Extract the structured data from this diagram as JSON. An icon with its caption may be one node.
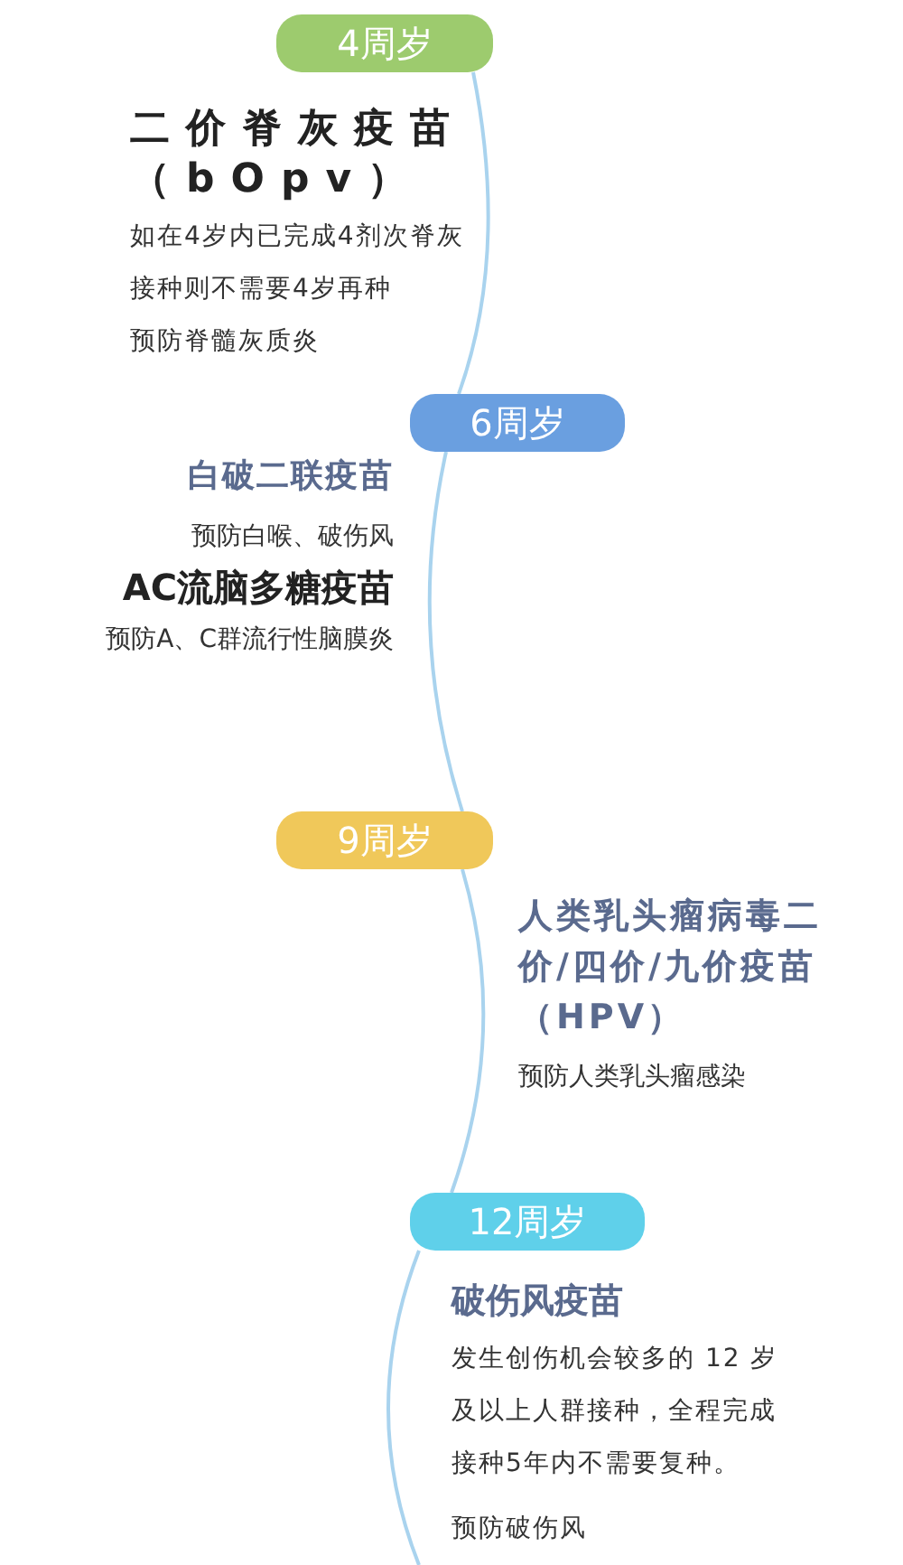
{
  "diagram": {
    "nodes": [
      {
        "text": [
          "4周岁"
        ]
      },
      {
        "text": [
          "6周岁"
        ]
      },
      {
        "text": [
          "9周岁"
        ]
      },
      {
        "text": [
          "12周岁"
        ]
      }
    ],
    "edges": [
      {
        "from": 0,
        "to": 1,
        "arrow": "none"
      },
      {
        "from": 1,
        "to": 2,
        "arrow": "none"
      },
      {
        "from": 2,
        "to": 3,
        "arrow": "none"
      },
      {
        "from": 3,
        "to": null,
        "arrow": "none"
      }
    ],
    "labels": [
      "二价脊灰疫苗（bOpv）",
      "如在4岁内已完成4剂次脊灰接种则不需要4岁再种",
      "预防脊髓灰质炎",
      "白破二联疫苗",
      "预防白喉、破伤风",
      "AC流脑多糖疫苗",
      "预防A、C群流行性脑膜炎",
      "人类乳头瘤病毒二价/四价/九价疫苗（HPV）",
      "预防人类乳头瘤感染",
      "破伤风疫苗",
      "发生创伤机会较多的 12 岁及以上人群接种，全程完成接种5年内不需要复种。",
      "预防破伤风"
    ]
  }
}
